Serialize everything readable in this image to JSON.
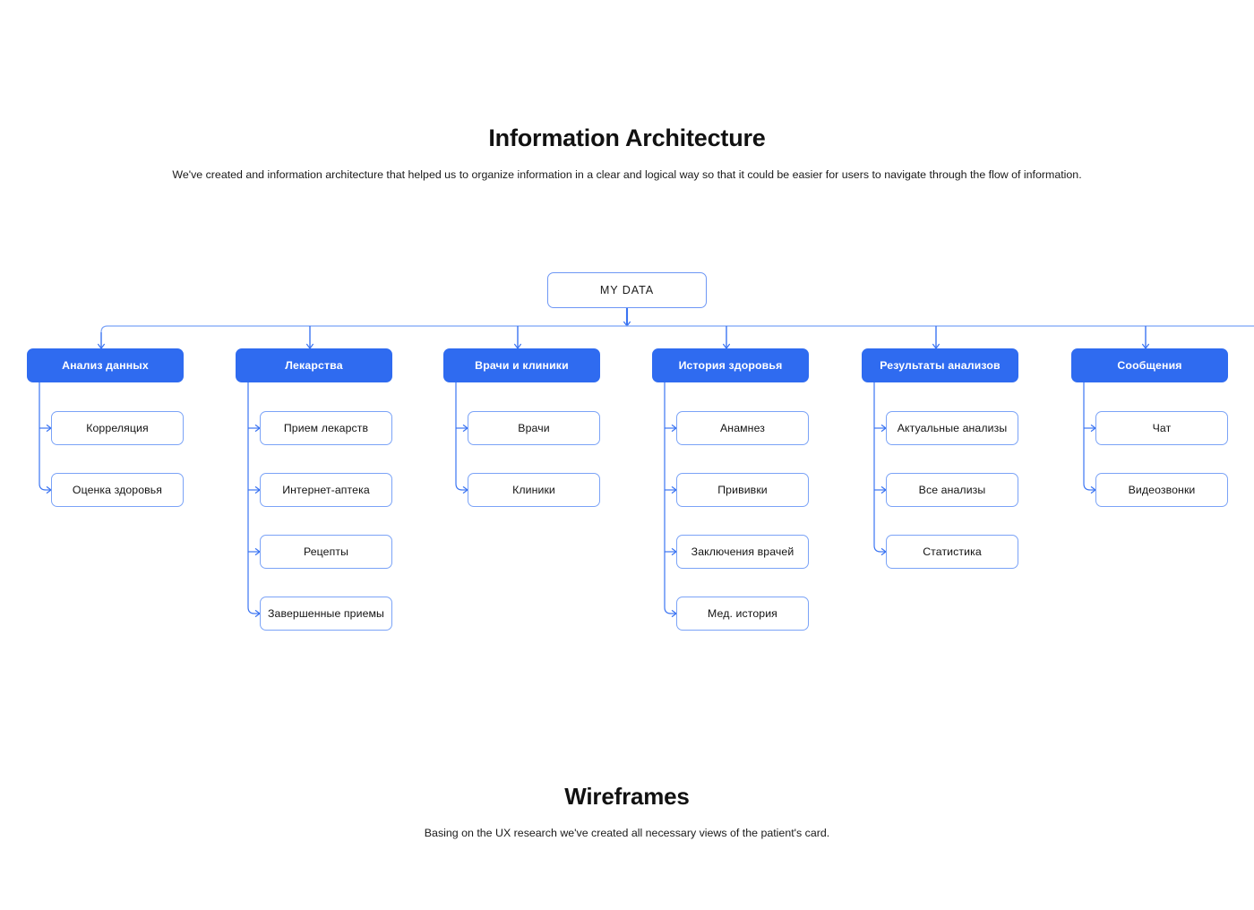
{
  "sections": {
    "ia": {
      "title": "Information Architecture",
      "subtitle": "We've created and information architecture that helped us to organize information in a clear and logical way so that it could be easier for users to navigate through the flow of information."
    },
    "wireframes": {
      "title": "Wireframes",
      "subtitle": "Basing on the UX research we've created all necessary views of the patient's card."
    }
  },
  "colors": {
    "accent": "#2f6bf0",
    "leaf_border": "#7ba3f7",
    "root_border": "#6e97f5",
    "connector": "#3b74f2",
    "text": "#111111",
    "node_text_light": "#ffffff"
  },
  "diagram": {
    "type": "tree",
    "root": {
      "label": "MY DATA"
    },
    "columns": [
      {
        "label": "Анализ данных",
        "children": [
          {
            "label": "Корреляция"
          },
          {
            "label": "Оценка здоровья"
          }
        ]
      },
      {
        "label": "Лекарства",
        "children": [
          {
            "label": "Прием лекарств"
          },
          {
            "label": "Интернет-аптека"
          },
          {
            "label": "Рецепты"
          },
          {
            "label": "Завершенные приемы"
          }
        ]
      },
      {
        "label": "Врачи и клиники",
        "children": [
          {
            "label": "Врачи"
          },
          {
            "label": "Клиники"
          }
        ]
      },
      {
        "label": "История здоровья",
        "children": [
          {
            "label": "Анамнез"
          },
          {
            "label": "Прививки"
          },
          {
            "label": "Заключения врачей"
          },
          {
            "label": "Мед. история"
          }
        ]
      },
      {
        "label": "Результаты анализов",
        "children": [
          {
            "label": "Актуальные анализы"
          },
          {
            "label": "Все анализы"
          },
          {
            "label": "Статистика"
          }
        ]
      },
      {
        "label": "Сообщения",
        "children": [
          {
            "label": "Чат"
          },
          {
            "label": "Видеозвонки"
          }
        ]
      }
    ]
  }
}
